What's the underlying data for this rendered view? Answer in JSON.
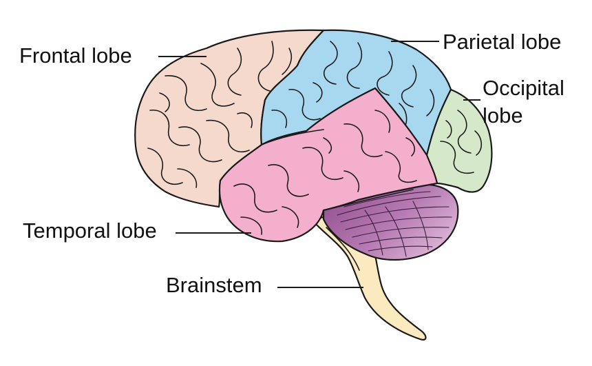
{
  "labels": {
    "frontal": "Frontal lobe",
    "parietal": "Parietal lobe",
    "occipital_line1": "Occipital",
    "occipital_line2": "lobe",
    "temporal": "Temporal lobe",
    "brainstem": "Brainstem"
  },
  "colors": {
    "frontal": "#f5d9cc",
    "parietal": "#a8d8f0",
    "occipital": "#d5e8c9",
    "temporal": "#f4afcc",
    "cerebellum": "#b36aa8",
    "brainstem": "#fbeac0",
    "outline": "#1a1a1a"
  }
}
